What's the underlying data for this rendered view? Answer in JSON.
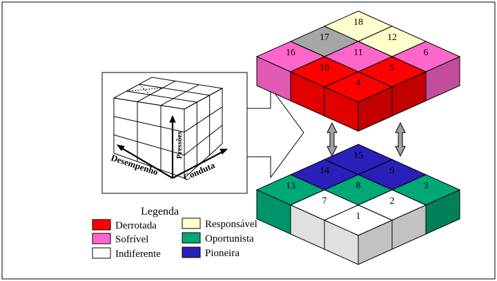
{
  "axes": {
    "desempenho": "Desempenho",
    "conduta": "Conduta",
    "pressoes": "Pressões"
  },
  "legend": {
    "title": "Legenda",
    "items": [
      {
        "label": "Derrotada",
        "color": "#ff0000"
      },
      {
        "label": "Sofrível",
        "color": "#ff66cc"
      },
      {
        "label": "Indiferente",
        "color": "#ffffff"
      },
      {
        "label": "Responsável",
        "color": "#ffffcc"
      },
      {
        "label": "Oportunista",
        "color": "#00a878"
      },
      {
        "label": "Pioneira",
        "color": "#2a1fb8"
      }
    ]
  },
  "top_layer": [
    {
      "n": "18",
      "type": "Responsável"
    },
    {
      "n": "17",
      "type": "gray"
    },
    {
      "n": "12",
      "type": "Responsável"
    },
    {
      "n": "16",
      "type": "Sofrível"
    },
    {
      "n": "11",
      "type": "Sofrível"
    },
    {
      "n": "6",
      "type": "Sofrível"
    },
    {
      "n": "10",
      "type": "Derrotada"
    },
    {
      "n": "5",
      "type": "Derrotada"
    },
    {
      "n": "4",
      "type": "Derrotada"
    }
  ],
  "bottom_layer": [
    {
      "n": "15",
      "type": "Pioneira"
    },
    {
      "n": "14",
      "type": "Pioneira"
    },
    {
      "n": "9",
      "type": "Pioneira"
    },
    {
      "n": "13",
      "type": "Oportunista"
    },
    {
      "n": "8",
      "type": "Oportunista"
    },
    {
      "n": "3",
      "type": "Oportunista"
    },
    {
      "n": "7",
      "type": "Indiferente"
    },
    {
      "n": "2",
      "type": "Indiferente"
    },
    {
      "n": "1",
      "type": "Indiferente"
    }
  ],
  "colors": {
    "gray": "#a6a6a6"
  }
}
